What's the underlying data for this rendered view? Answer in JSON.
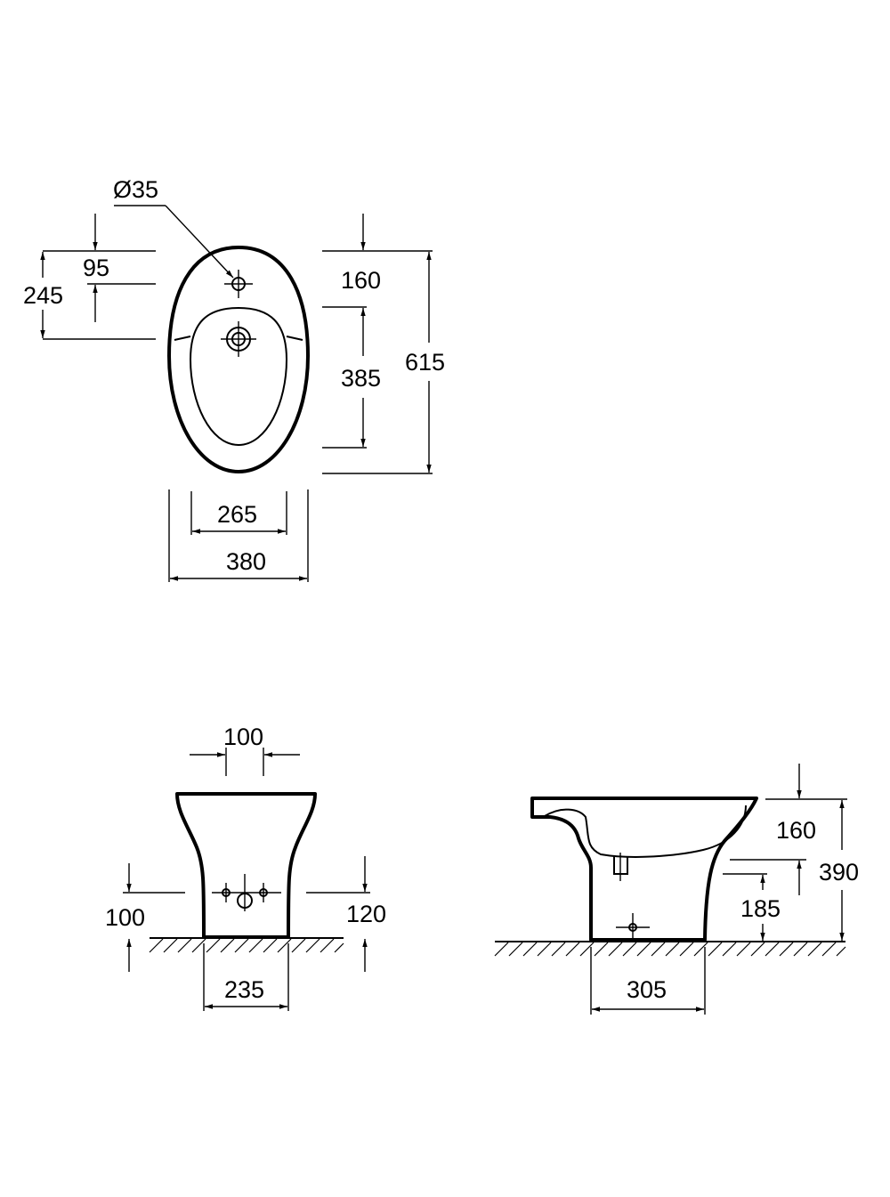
{
  "top_view": {
    "hole_diameter": "Ø35",
    "dim_95": "95",
    "dim_245": "245",
    "dim_160": "160",
    "dim_385": "385",
    "dim_615": "615",
    "dim_265": "265",
    "dim_380": "380"
  },
  "front_view": {
    "dim_100_top": "100",
    "dim_100_side": "100",
    "dim_120": "120",
    "dim_235": "235"
  },
  "side_view": {
    "dim_160": "160",
    "dim_185": "185",
    "dim_390": "390",
    "dim_305": "305"
  }
}
